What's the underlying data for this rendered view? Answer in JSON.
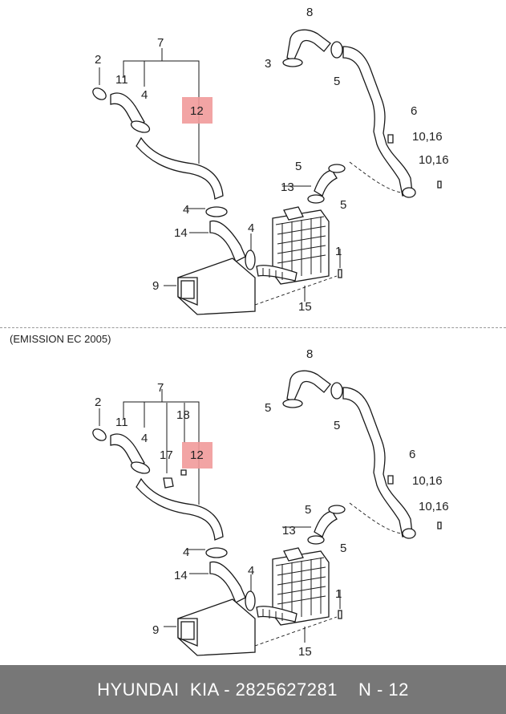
{
  "diagram": {
    "upper_labels": [
      "8",
      "2",
      "7",
      "3",
      "5",
      "11",
      "4",
      "12",
      "6",
      "10,16",
      "10,16",
      "5",
      "13",
      "5",
      "4",
      "4",
      "14",
      "1",
      "9",
      "15"
    ],
    "lower_labels": [
      "8",
      "2",
      "7",
      "5",
      "5",
      "11",
      "4",
      "18",
      "17",
      "12",
      "6",
      "10,16",
      "10,16",
      "5",
      "13",
      "5",
      "4",
      "14",
      "4",
      "1",
      "9",
      "15"
    ],
    "highlighted_part": "12",
    "highlight_color": "#f19a9a"
  },
  "section_caption": "(EMISSION EC 2005)",
  "footer": {
    "brand": "HYUNDAI  KIA - 2825627281",
    "page_code": "N - 12",
    "background": "#777777"
  }
}
